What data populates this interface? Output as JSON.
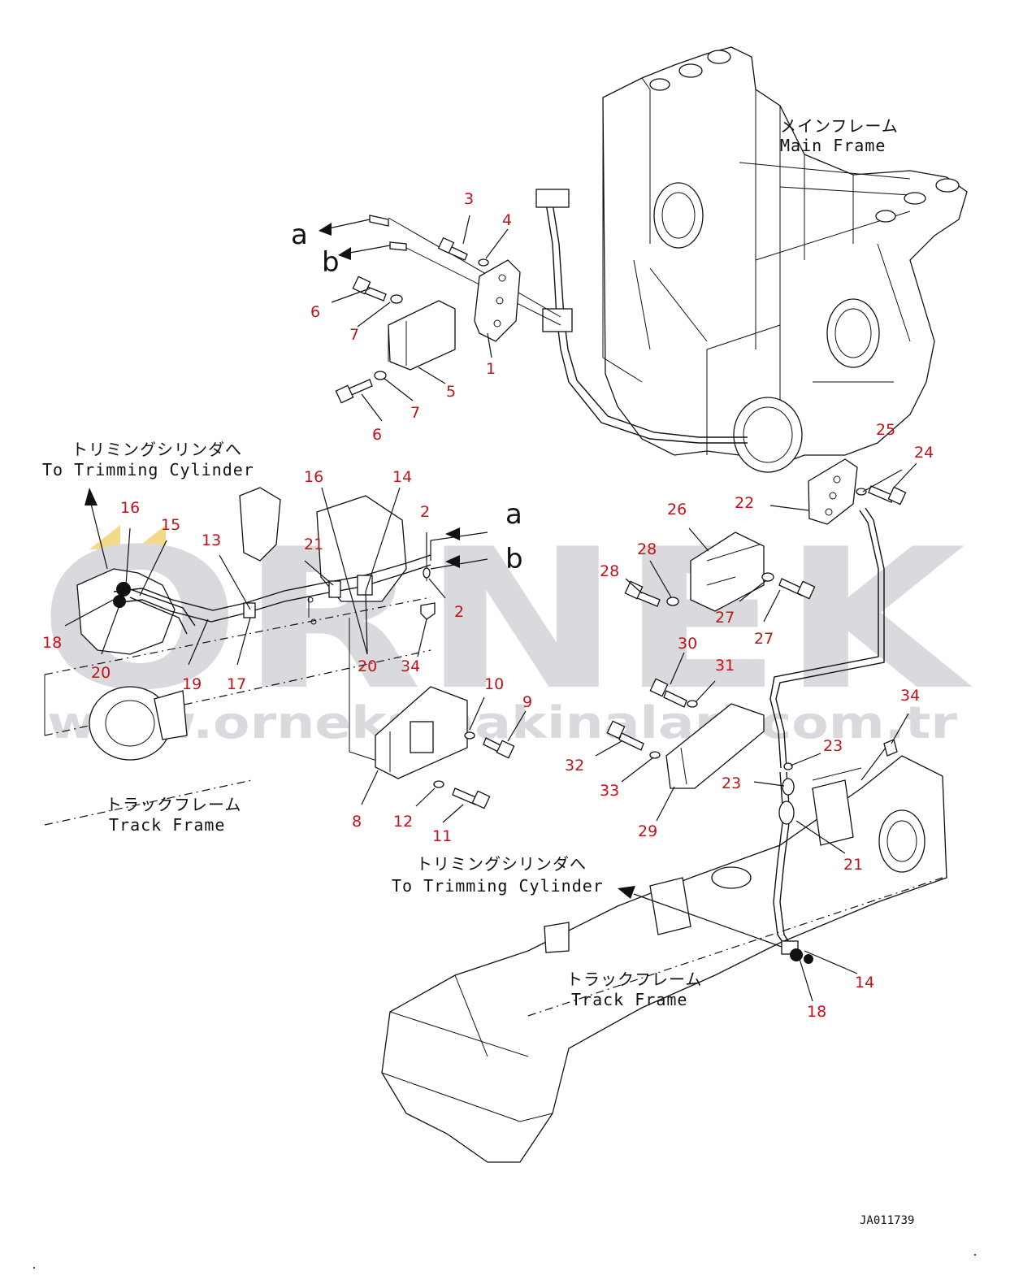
{
  "watermark": {
    "brand": "ORNEK",
    "url": "www.orneksmakinalari.com.tr"
  },
  "captions": {
    "main_frame_jp": "メインフレーム",
    "main_frame_en": "Main Frame",
    "trim_left_jp": "トリミングシリンダへ",
    "trim_left_en": "To Trimming Cylinder",
    "trim_bottom_jp": "トリミングシリンダへ",
    "trim_bottom_en": "To Trimming Cylinder",
    "track_left_jp": "トラックフレーム",
    "track_left_en": "Track Frame",
    "track_right_jp": "トラックフレーム",
    "track_right_en": "Track Frame"
  },
  "connection_letters": {
    "top_a": "a",
    "top_b": "b",
    "mid_a": "a",
    "mid_b": "b"
  },
  "part_labels": [
    "3",
    "4",
    "6",
    "7",
    "7",
    "5",
    "1",
    "6",
    "16",
    "14",
    "2",
    "2",
    "16",
    "15",
    "13",
    "21",
    "18",
    "20",
    "19",
    "17",
    "20",
    "34",
    "10",
    "9",
    "8",
    "12",
    "11",
    "25",
    "24",
    "22",
    "26",
    "28",
    "27",
    "28",
    "27",
    "30",
    "31",
    "32",
    "33",
    "29",
    "34",
    "23",
    "23",
    "21",
    "14",
    "18"
  ],
  "drawing_code": "JA011739"
}
